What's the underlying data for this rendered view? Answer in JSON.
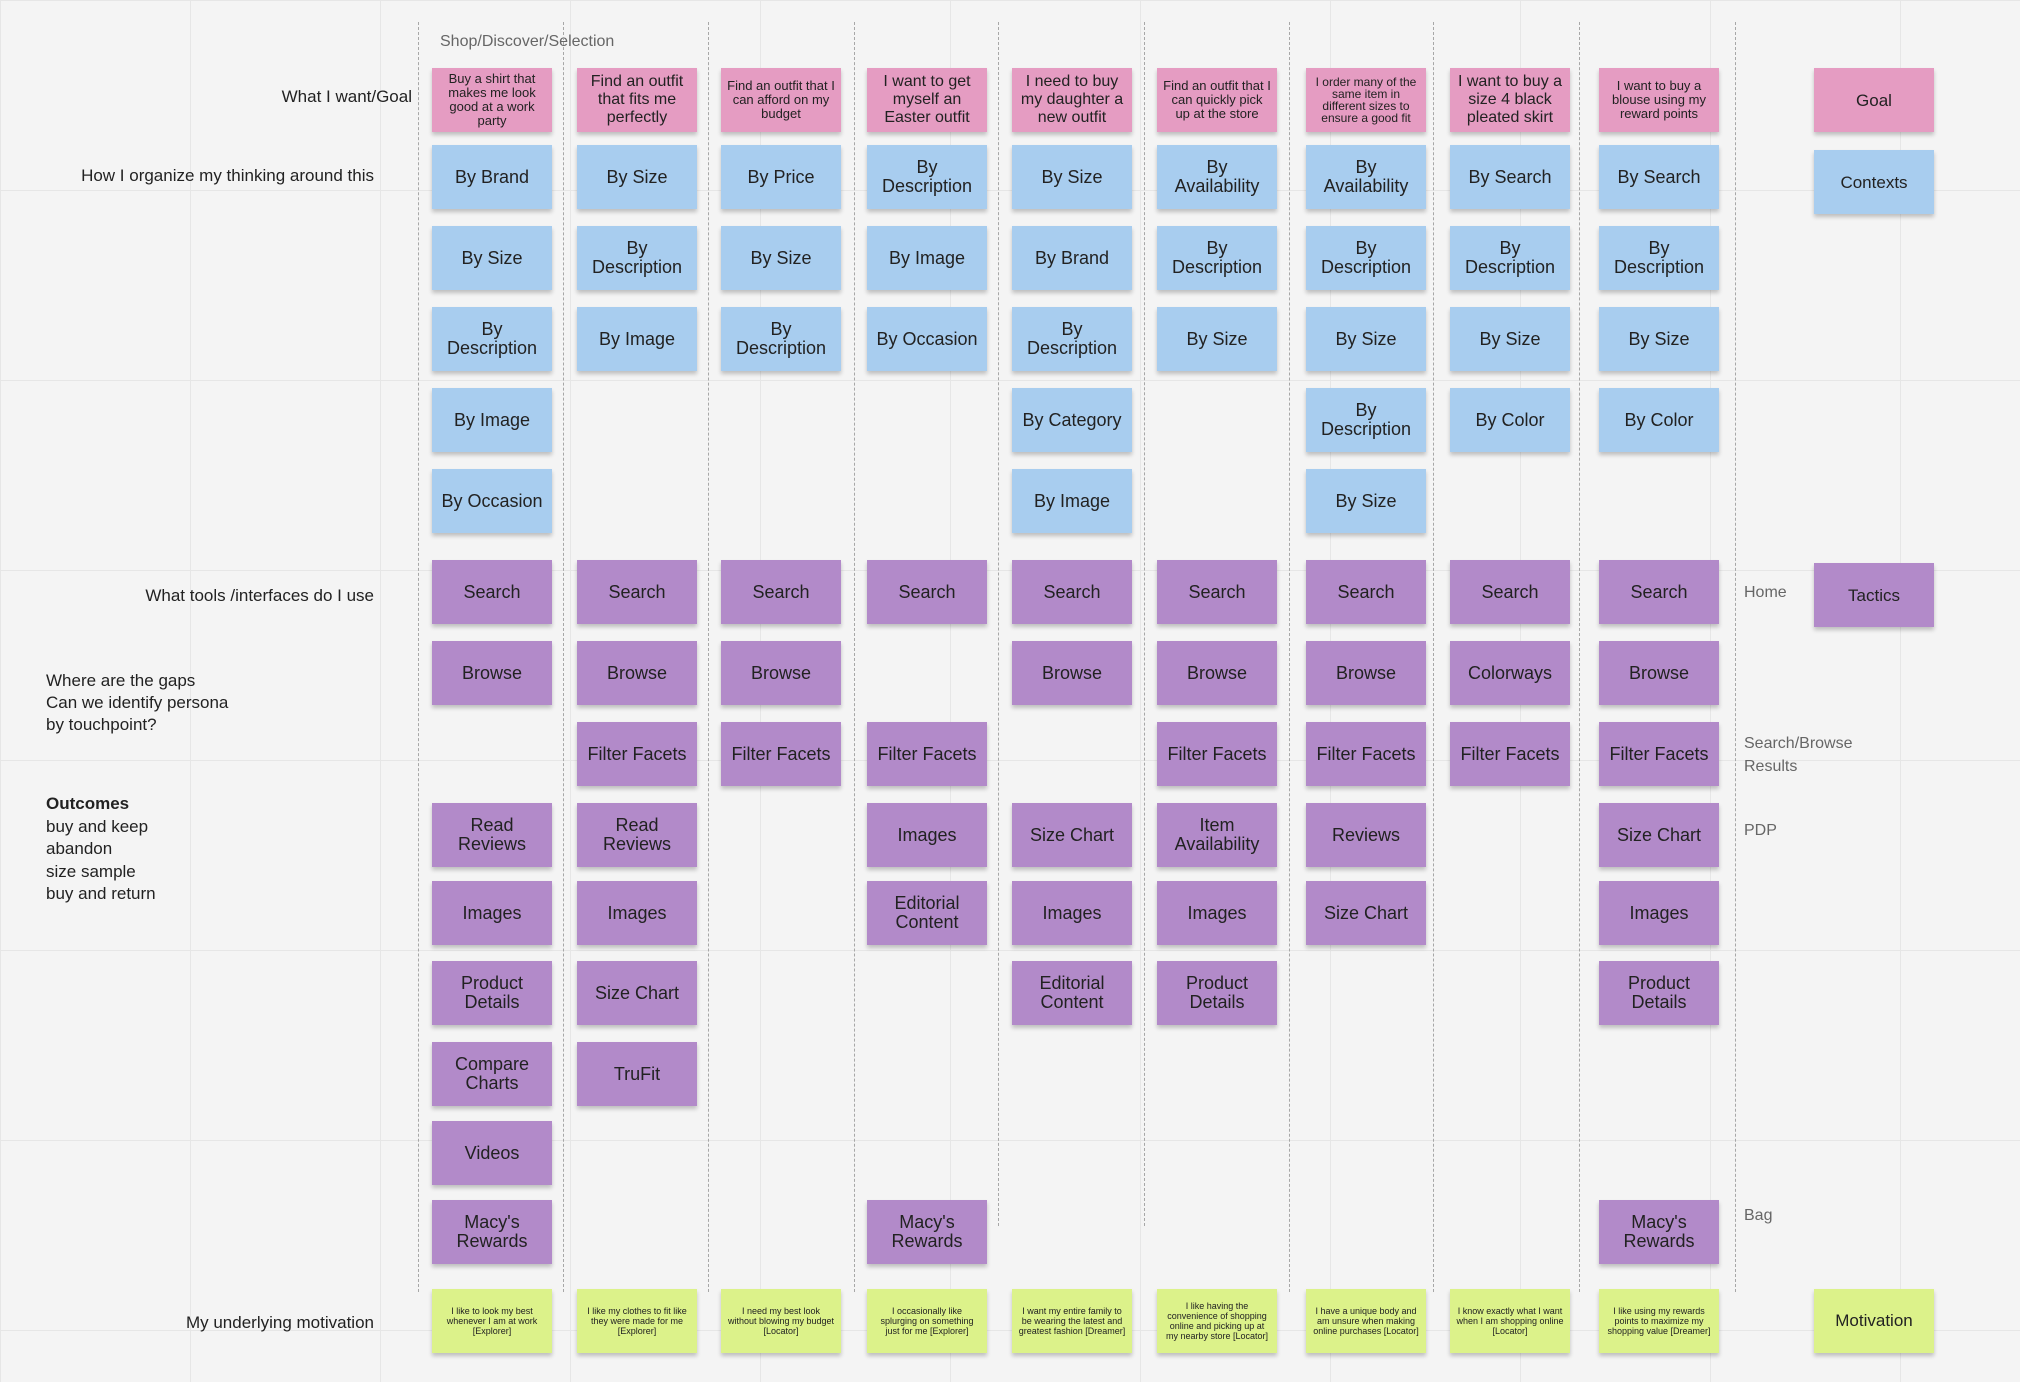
{
  "section_title": "Shop/Discover/Selection",
  "row_labels": {
    "goal": "What I want/Goal",
    "contexts": "How I organize my thinking around this",
    "tools": "What tools /interfaces do I use",
    "motivation": "My underlying motivation"
  },
  "gaps_lines": [
    "Where are the gaps",
    "Can we identify persona",
    "by touchpoint?"
  ],
  "outcomes": {
    "title": "Outcomes",
    "items": [
      "buy and keep",
      "abandon",
      "size sample",
      "buy and return"
    ]
  },
  "touchpoints": {
    "home": "Home",
    "search_browse_1": "Search/Browse",
    "search_browse_2": "Results",
    "pdp": "PDP",
    "bag": "Bag"
  },
  "legend": {
    "goal": "Goal",
    "contexts": "Contexts",
    "tactics": "Tactics",
    "motivation": "Motivation"
  },
  "colors": {
    "goal": "#e59cc2",
    "context": "#a8cdef",
    "tactic": "#b28ac9",
    "motivation": "#dcf28a"
  },
  "columns": [
    {
      "goal": "Buy a shirt that makes me look good at a work party",
      "contexts": [
        "By Brand",
        "By Size",
        "By Description",
        "By Image",
        "By Occasion"
      ],
      "tactics": [
        "Search",
        "Browse",
        "",
        "Read Reviews",
        "Images",
        "Product Details",
        "Compare Charts",
        "Videos",
        "Macy's Rewards"
      ],
      "motivation": "I like to look my best whenever I am at work [Explorer]"
    },
    {
      "goal": "Find an outfit that fits me perfectly",
      "contexts": [
        "By Size",
        "By Description",
        "By Image"
      ],
      "tactics": [
        "Search",
        "Browse",
        "Filter Facets",
        "Read Reviews",
        "Images",
        "Size Chart",
        "TruFit"
      ],
      "motivation": "I like my clothes to fit like they were made for me [Explorer]"
    },
    {
      "goal": "Find an outfit that I can afford on my budget",
      "contexts": [
        "By Price",
        "By Size",
        "By Description"
      ],
      "tactics": [
        "Search",
        "Browse",
        "Filter Facets"
      ],
      "motivation": "I need my best look without blowing my budget [Locator]"
    },
    {
      "goal": "I want to get myself an Easter outfit",
      "contexts": [
        "By Description",
        "By Image",
        "By Occasion"
      ],
      "tactics": [
        "Search",
        "",
        "Filter Facets",
        "Images",
        "Editorial Content",
        "",
        "",
        "",
        "Macy's Rewards"
      ],
      "motivation": "I occasionally like splurging on something just for me [Explorer]"
    },
    {
      "goal": "I need to buy my daughter a new outfit",
      "contexts": [
        "By Size",
        "By Brand",
        "By Description",
        "By Category",
        "By Image"
      ],
      "tactics": [
        "Search",
        "Browse",
        "",
        "Size Chart",
        "Images",
        "Editorial Content"
      ],
      "motivation": "I want my entire family to be wearing the latest and greatest fashion [Dreamer]"
    },
    {
      "goal": "Find an outfit that I can quickly pick up at the store",
      "contexts": [
        "By Availability",
        "By Description",
        "By Size"
      ],
      "tactics": [
        "Search",
        "Browse",
        "Filter Facets",
        "Item Availability",
        "Images",
        "Product Details"
      ],
      "motivation": "I like having the convenience of shopping online and picking up at my nearby store [Locator]"
    },
    {
      "goal": "I order many of the same item in different sizes to ensure a good fit",
      "contexts": [
        "By Availability",
        "By Description",
        "By Size",
        "By Description",
        "By Size"
      ],
      "tactics": [
        "Search",
        "Browse",
        "Filter Facets",
        "Reviews",
        "Size Chart"
      ],
      "motivation": "I have a unique body and am unsure when making online purchases [Locator]"
    },
    {
      "goal": "I want to buy a size 4 black pleated skirt",
      "contexts": [
        "By Search",
        "By Description",
        "By Size",
        "By Color"
      ],
      "tactics": [
        "Search",
        "Colorways",
        "Filter Facets"
      ],
      "motivation": "I know exactly what I want when I am shopping online [Locator]"
    },
    {
      "goal": "I want to buy a blouse using my reward points",
      "contexts": [
        "By Search",
        "By Description",
        "By Size",
        "By Color"
      ],
      "tactics": [
        "Search",
        "Browse",
        "Filter Facets",
        "Size Chart",
        "Images",
        "Product Details",
        "",
        "",
        "Macy's Rewards"
      ],
      "motivation": "I like using my rewards points to maximize my shopping value [Dreamer]"
    }
  ]
}
